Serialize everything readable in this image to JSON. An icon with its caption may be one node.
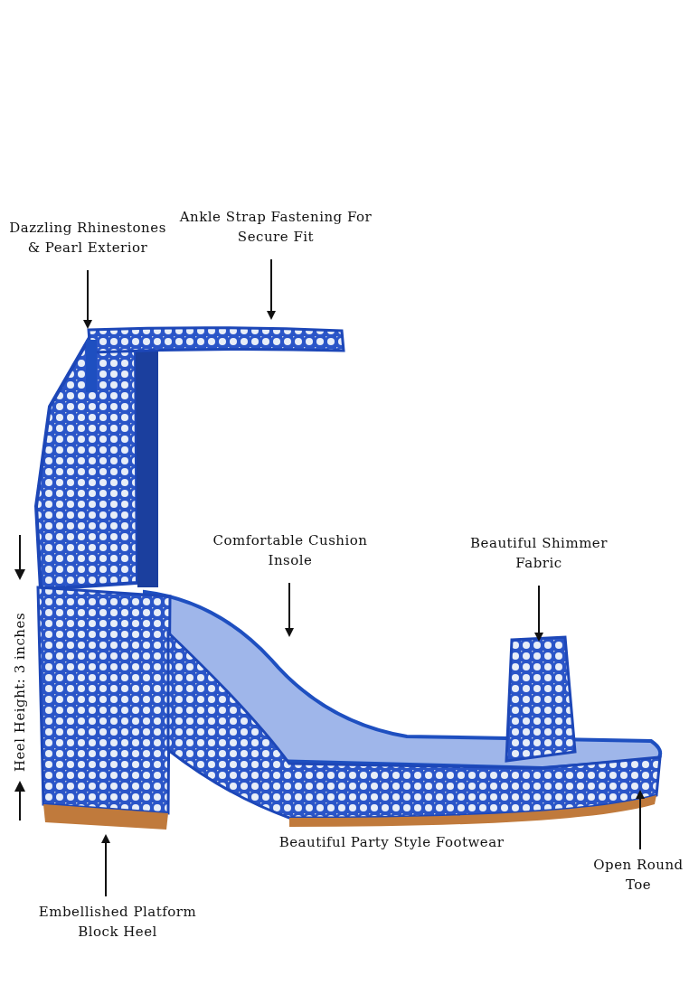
{
  "diagram": {
    "nodes": [
      {
        "text": [
          "Dazzling Rhinestones & Pearl Exterior"
        ]
      },
      {
        "text": [
          "Ankle Strap Fastening For Secure Fit"
        ]
      },
      {
        "text": [
          "Comfortable Cushion Insole"
        ]
      },
      {
        "text": [
          "Beautiful Shimmer Fabric"
        ]
      },
      {
        "text": [
          "Embellished Platform Block Heel"
        ]
      },
      {
        "text": [
          "Open Round Toe"
        ]
      }
    ],
    "edges": [
      {
        "from": 0,
        "to": null,
        "arrow": "to"
      },
      {
        "from": 1,
        "to": null,
        "arrow": "to"
      },
      {
        "from": 2,
        "to": null,
        "arrow": "to"
      },
      {
        "from": 3,
        "to": null,
        "arrow": "to"
      },
      {
        "from": 4,
        "to": null,
        "arrow": "to"
      },
      {
        "from": 5,
        "to": null,
        "arrow": "to"
      }
    ],
    "labels": [
      "Heel Height: 3 inches",
      "Beautiful Party Style Footwear"
    ]
  }
}
